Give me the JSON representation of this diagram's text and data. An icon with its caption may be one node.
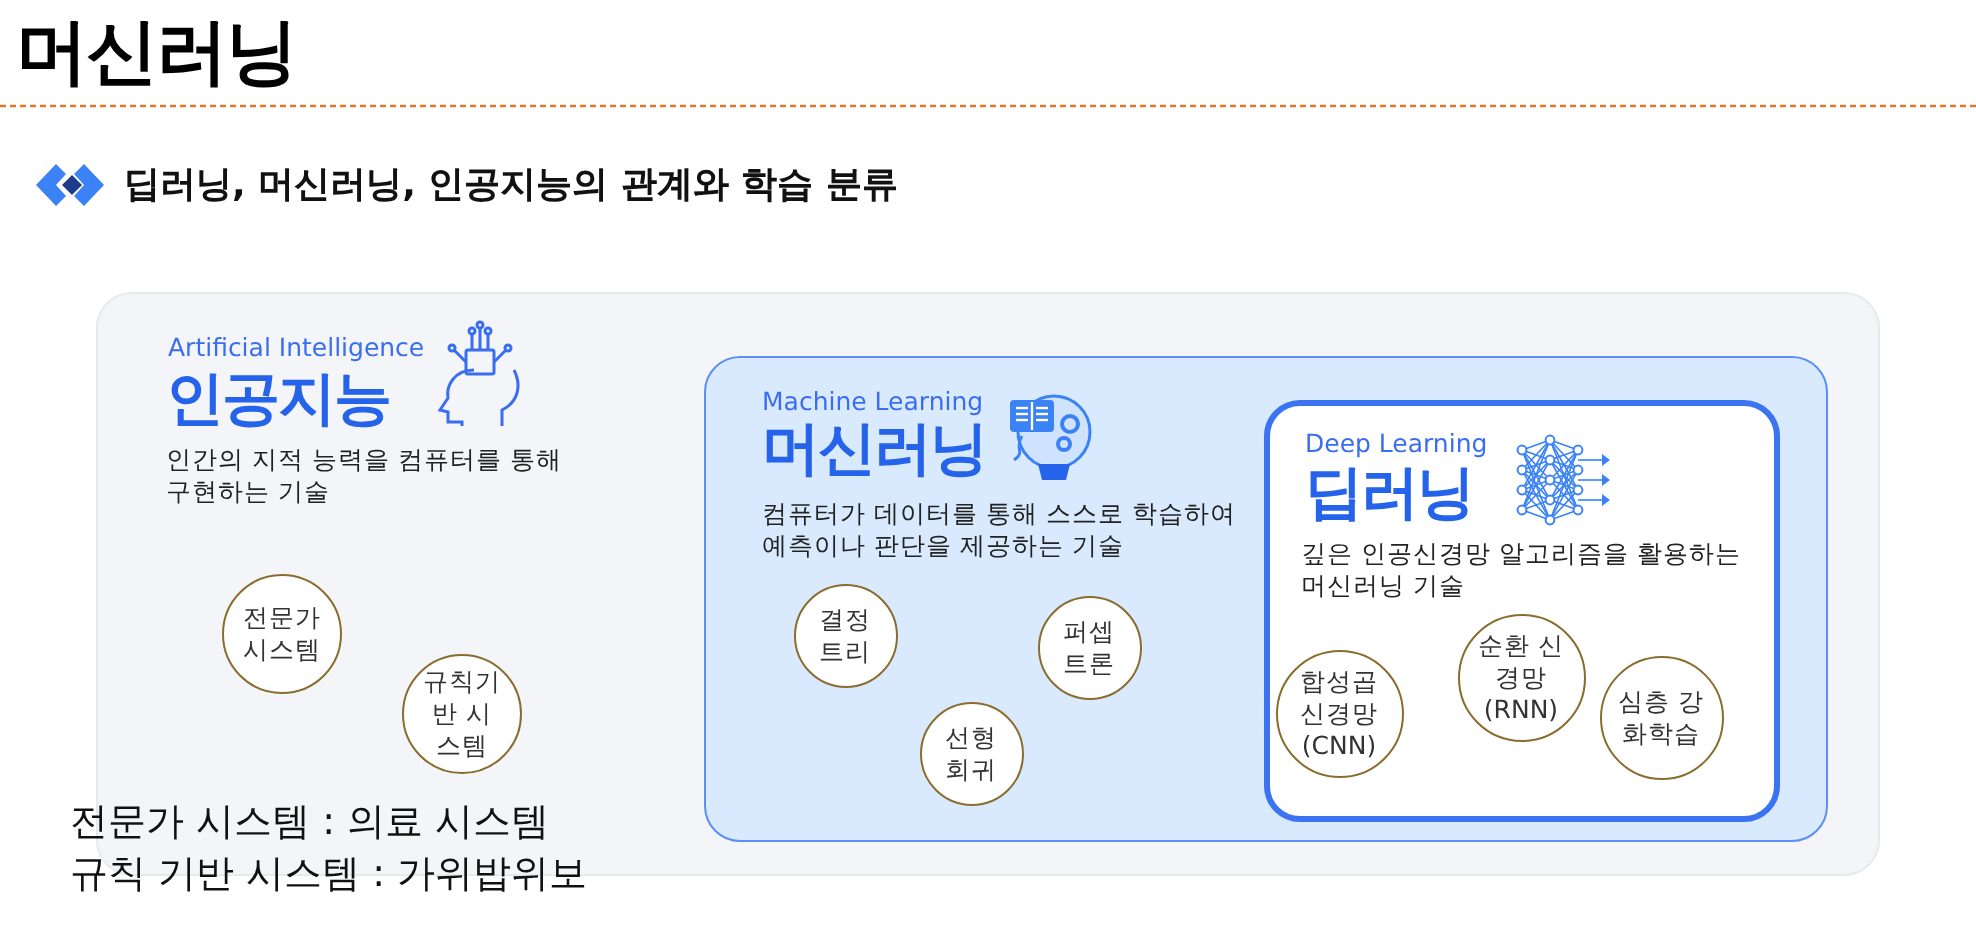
{
  "diagram": {
    "title": "머신러닝",
    "nodes": [
      {
        "text": [
          "Artificial Intelligence",
          "인공지능",
          "인간의 지적 능력을 컴퓨터를 통해 구현하는 기술"
        ]
      },
      {
        "text": [
          "Machine Learning",
          "머신러닝",
          "컴퓨터가 데이터를 통해 스스로 학습하여 예측이나 판단을 제공하는 기술"
        ],
        "in": 0
      },
      {
        "text": [
          "Deep Learning",
          "딥러닝",
          "깊은 인공신경망 알고리즘을 활용하는 머신러닝 기술"
        ],
        "in": 1
      },
      {
        "text": [
          "전문가 시스템"
        ],
        "in": 0
      },
      {
        "text": [
          "규칙기반 시스템"
        ],
        "in": 0
      },
      {
        "text": [
          "결정 트리"
        ],
        "in": 1
      },
      {
        "text": [
          "퍼셉 트론"
        ],
        "in": 1
      },
      {
        "text": [
          "선형 회귀"
        ],
        "in": 1
      },
      {
        "text": [
          "순환 신경망 (RNN)"
        ],
        "in": 2
      },
      {
        "text": [
          "합성곱 신경망 (CNN)"
        ],
        "in": 2
      },
      {
        "text": [
          "심층 강화학습"
        ],
        "in": 2
      }
    ],
    "labels": [
      "딥러닝, 머신러닝, 인공지능의 관계와 학습 분류",
      "전문가 시스템 : 의료 시스템",
      "규칙 기반 시스템 : 가위밥위보"
    ]
  }
}
